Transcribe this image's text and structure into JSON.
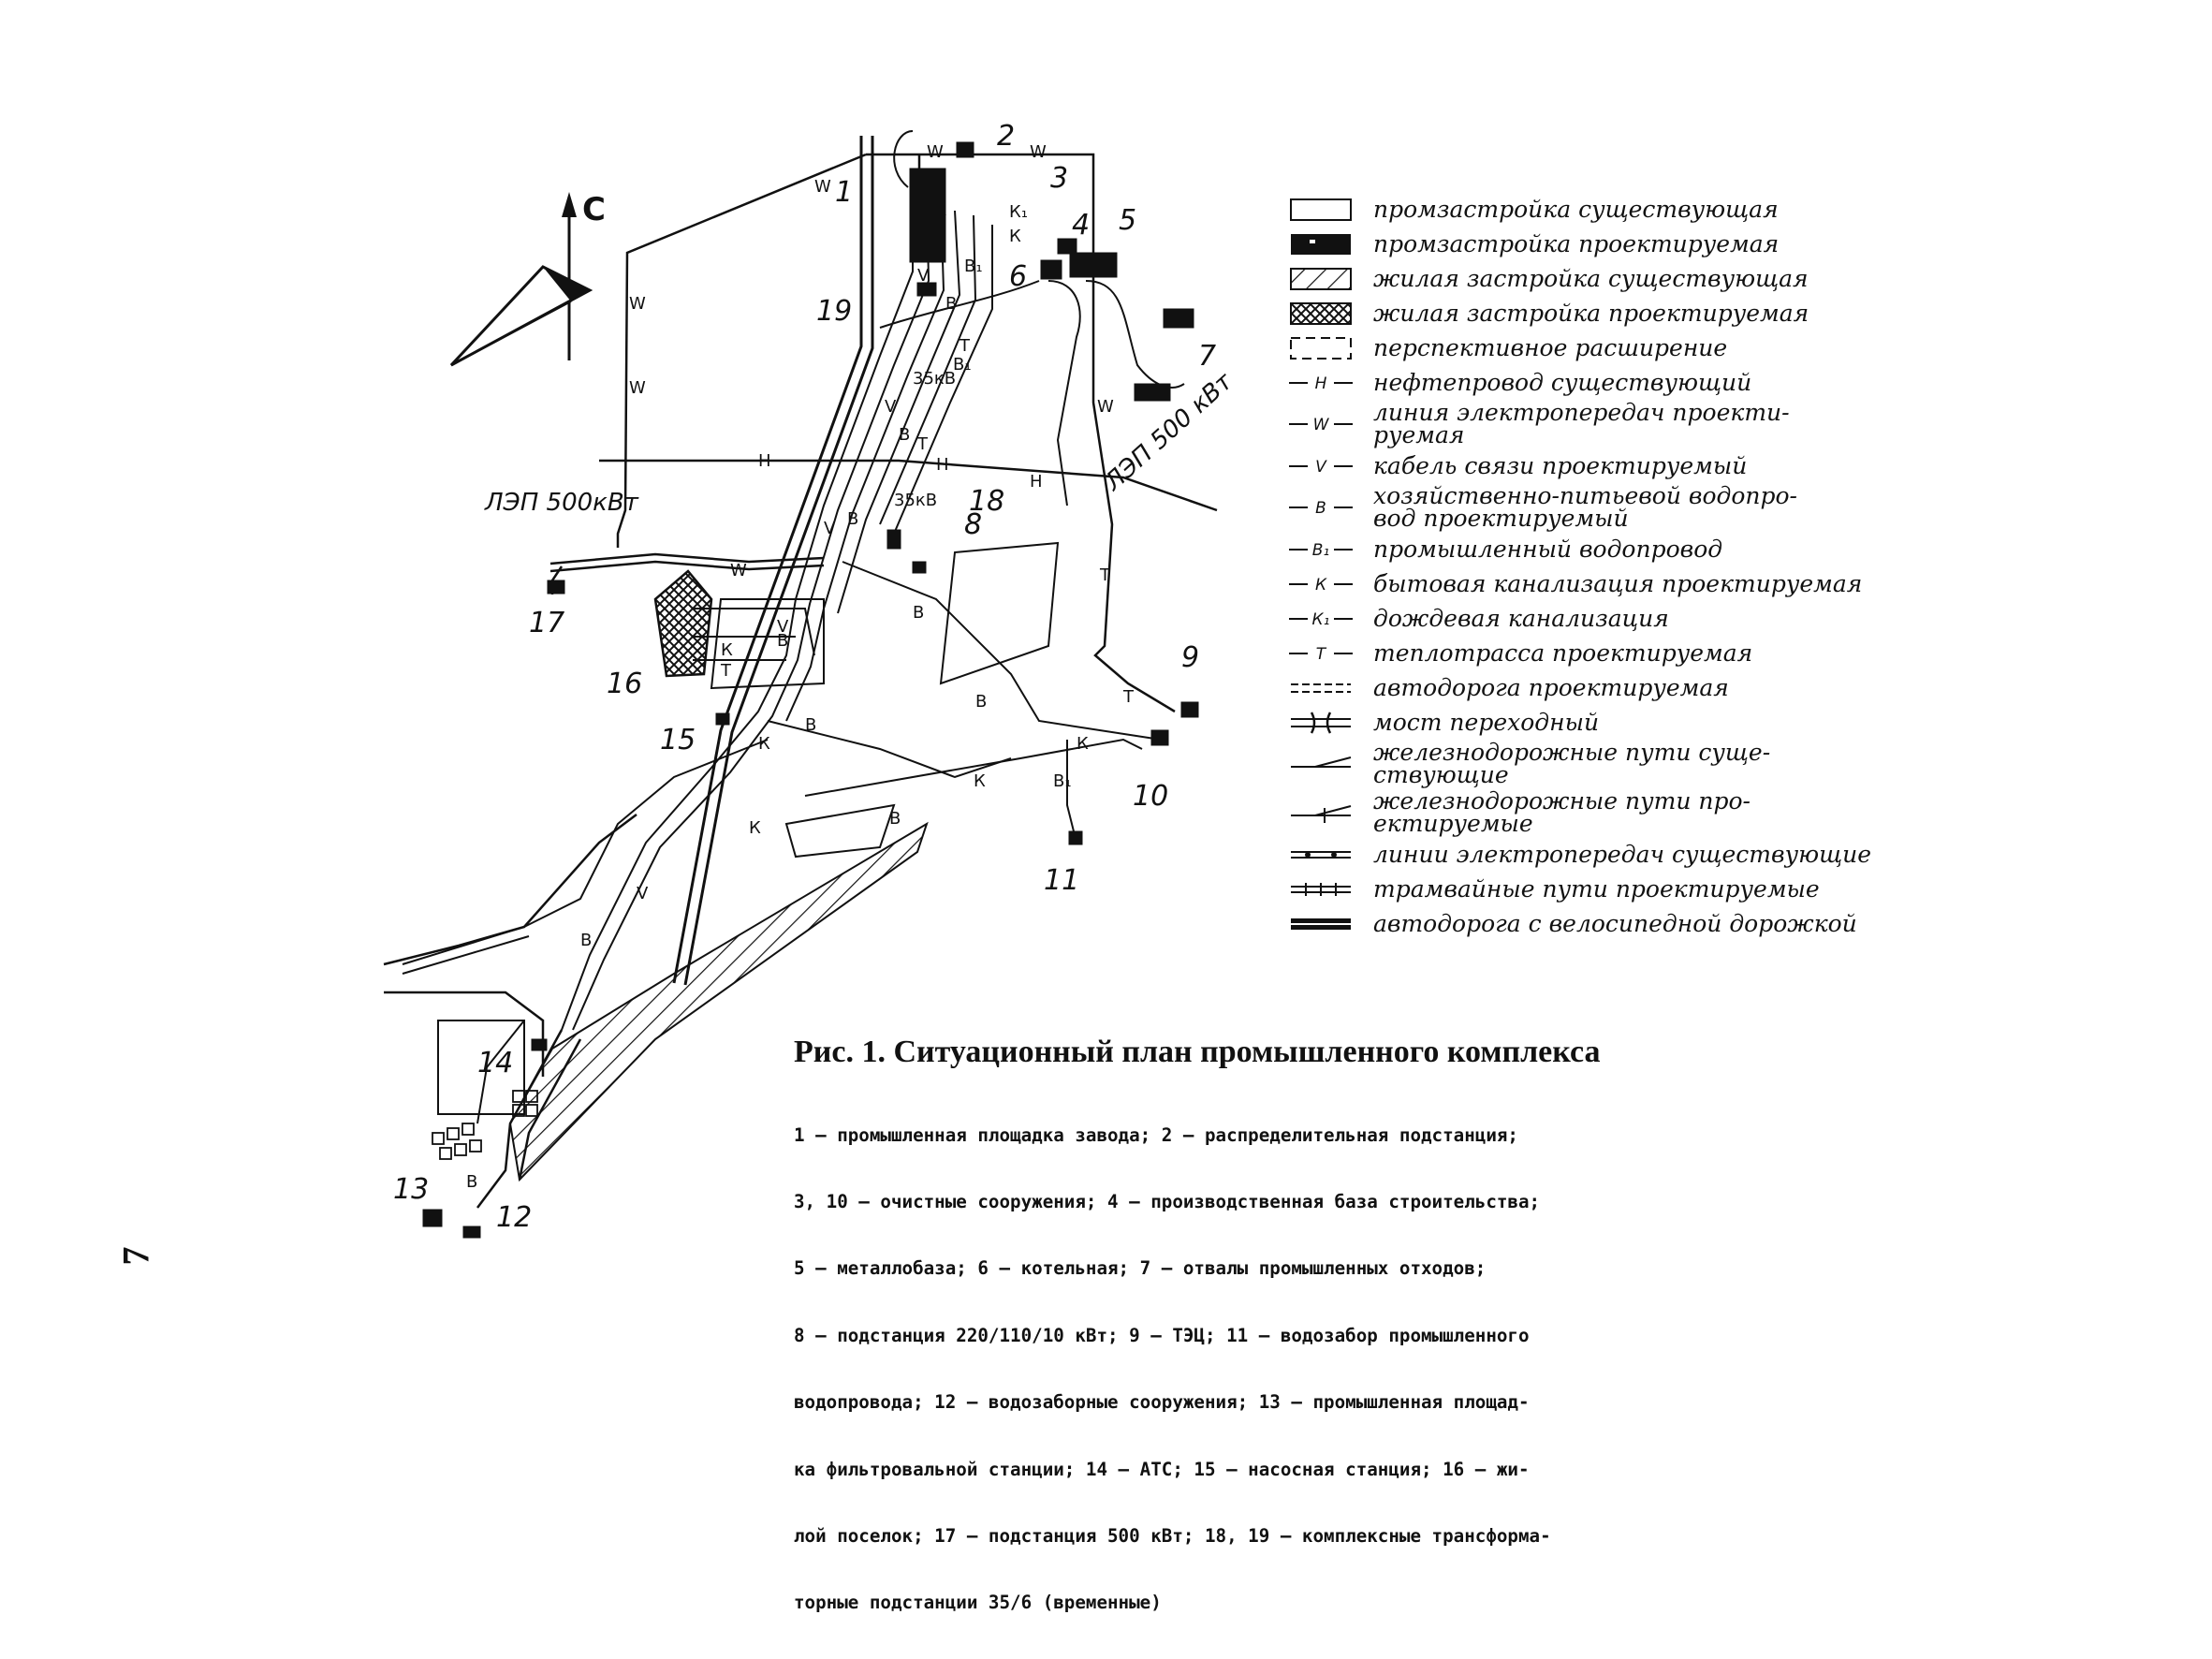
{
  "north_label": "С",
  "map_labels": {
    "lep_left": "ЛЭП 500кВт",
    "lep_right": "ЛЭП 500 кВт"
  },
  "line_markers": {
    "h": "Н",
    "w": "W",
    "v": "V",
    "b": "В",
    "b1": "В₁",
    "k": "К",
    "k1": "К₁",
    "t": "Т",
    "v35": "35кВ"
  },
  "site_numbers": [
    "1",
    "2",
    "3",
    "4",
    "5",
    "6",
    "7",
    "8",
    "9",
    "10",
    "11",
    "12",
    "13",
    "14",
    "15",
    "16",
    "17",
    "18",
    "19"
  ],
  "legend": [
    {
      "symbol": "empty-box",
      "text": "промзастройка существующая"
    },
    {
      "symbol": "filled-box",
      "text": "промзастройка проектируемая"
    },
    {
      "symbol": "hatched-box",
      "text": "жилая застройка существующая"
    },
    {
      "symbol": "crosshatched-box",
      "text": "жилая застройка проектируемая"
    },
    {
      "symbol": "dashed-box",
      "text": "перспективное расширение"
    },
    {
      "symbol": "line-h",
      "text": "нефтепровод существующий"
    },
    {
      "symbol": "line-w",
      "text": "линия электропередач проекти-",
      "text2": "руемая"
    },
    {
      "symbol": "line-v",
      "text": "кабель связи проектируемый"
    },
    {
      "symbol": "line-b",
      "text": "хозяйственно-питьевой водопро-",
      "text2": "вод проектируемый"
    },
    {
      "symbol": "line-b1",
      "text": "промышленный водопровод"
    },
    {
      "symbol": "line-k",
      "text": "бытовая канализация проектируемая"
    },
    {
      "symbol": "line-k1",
      "text": "дождевая канализация"
    },
    {
      "symbol": "line-t",
      "text": "теплотрасса проектируемая"
    },
    {
      "symbol": "road-dashed",
      "text": "автодорога проектируемая"
    },
    {
      "symbol": "bridge",
      "text": "мост переходный"
    },
    {
      "symbol": "rail-existing",
      "text": "железнодорожные пути суще-",
      "text2": "ствующие"
    },
    {
      "symbol": "rail-proposed",
      "text": "железнодорожные пути про-",
      "text2": "ектируемые"
    },
    {
      "symbol": "power-existing",
      "text": "линии электропередач существующие"
    },
    {
      "symbol": "tram",
      "text": "трамвайные пути проектируемые"
    },
    {
      "symbol": "road-bike",
      "text": "автодорога с велосипедной дорожкой"
    }
  ],
  "caption": {
    "title": "Рис. 1. Ситуационный план промышленного комплекса",
    "lines": [
      "1 — промышленная площадка завода; 2 — распределительная подстанция;",
      "3, 10 — очистные сооружения; 4 — производственная база строительства;",
      "5 — металлобаза; 6 — котельная; 7 — отвалы промышленных отходов;",
      "8 — подстанция 220/110/10 кВт; 9 — ТЭЦ; 11 — водозабор промышленного",
      "водопровода; 12 — водозаборные сооружения; 13 — промышленная площад-",
      "ка фильтровальной станции; 14 — АТС; 15 — насосная станция; 16 — жи-",
      "лой поселок; 17 — подстанция 500 кВт; 18, 19 — комплексные трансформа-",
      "торные подстанции 35/6 (временные)"
    ]
  },
  "page_number": "7"
}
